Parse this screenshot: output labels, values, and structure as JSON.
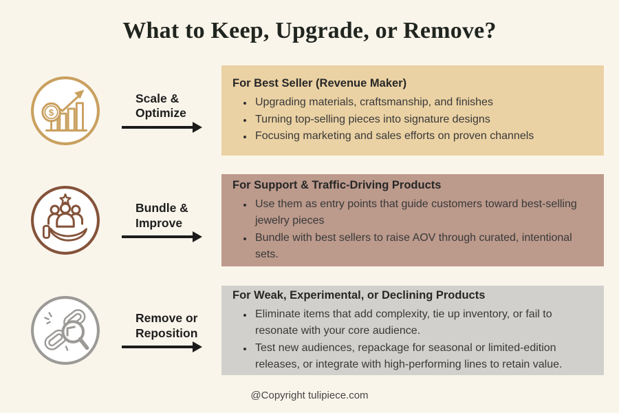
{
  "title": "What to Keep, Upgrade, or Remove?",
  "footer": "@Copyright tulipiece.com",
  "colors": {
    "background": "#FAF5EB",
    "title_text": "#20251F",
    "arrow": "#1C1C1C",
    "gold_accent": "#C9A05F",
    "brown_accent": "#84533A",
    "gray_accent": "#9C9A97"
  },
  "rows": [
    {
      "icon": "growth-chart-icon",
      "accent_color": "#C9A05F",
      "label_line1": "Scale &",
      "label_line2": "Optimize",
      "box": {
        "bg_color": "#EBD2A4",
        "heading": "For Best Seller (Revenue Maker)",
        "bullets": [
          "Upgrading materials, craftsmanship, and finishes",
          "Turning top-selling pieces into signature designs",
          "Focusing marketing and sales efforts on proven channels"
        ]
      }
    },
    {
      "icon": "community-hand-icon",
      "accent_color": "#84533A",
      "label_line1": "Bundle &",
      "label_line2": "Improve",
      "box": {
        "bg_color": "#BC9A8C",
        "heading": "For Support & Traffic-Driving Products",
        "bullets": [
          "Use them as entry points that guide customers toward best-selling jewelry pieces",
          "Bundle with best sellers to raise AOV through curated, intentional sets."
        ]
      }
    },
    {
      "icon": "broken-chain-magnifier-icon",
      "accent_color": "#9C9A97",
      "label_line1": "Remove or",
      "label_line2": "Reposition",
      "box": {
        "bg_color": "#D2D0CC",
        "heading": "For Weak, Experimental, or Declining Products",
        "bullets": [
          "Eliminate items that add complexity, tie up inventory, or fail to resonate with your core audience.",
          "Test new audiences, repackage for seasonal or limited-edition releases, or integrate with high-performing lines to retain value."
        ]
      }
    }
  ]
}
